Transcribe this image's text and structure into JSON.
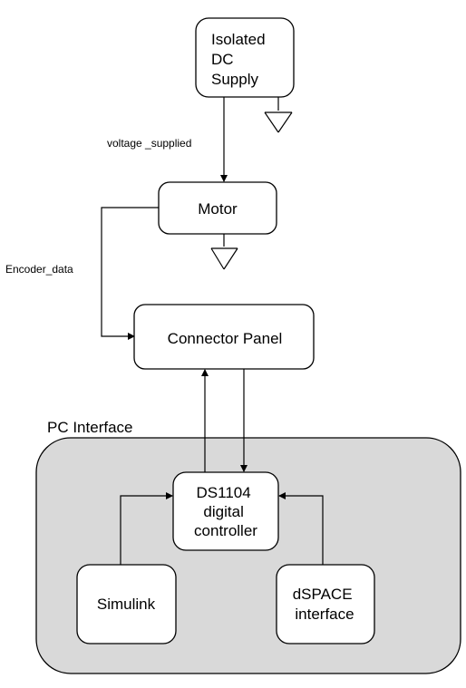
{
  "group": {
    "label": "PC Interface"
  },
  "nodes": {
    "dc_supply": [
      "Isolated",
      "DC",
      "Supply"
    ],
    "motor": [
      "Motor"
    ],
    "connector": [
      "Connector Panel"
    ],
    "controller": [
      "DS1104",
      "digital",
      "controller"
    ],
    "simulink": [
      "Simulink"
    ],
    "dspace": [
      "dSPACE",
      "interface"
    ]
  },
  "edges": {
    "voltage": "voltage _supplied",
    "encoder": "Encoder_data"
  },
  "colors": {
    "group_fill": "#d9d9d9",
    "stroke": "#000000",
    "node_fill": "#ffffff"
  }
}
